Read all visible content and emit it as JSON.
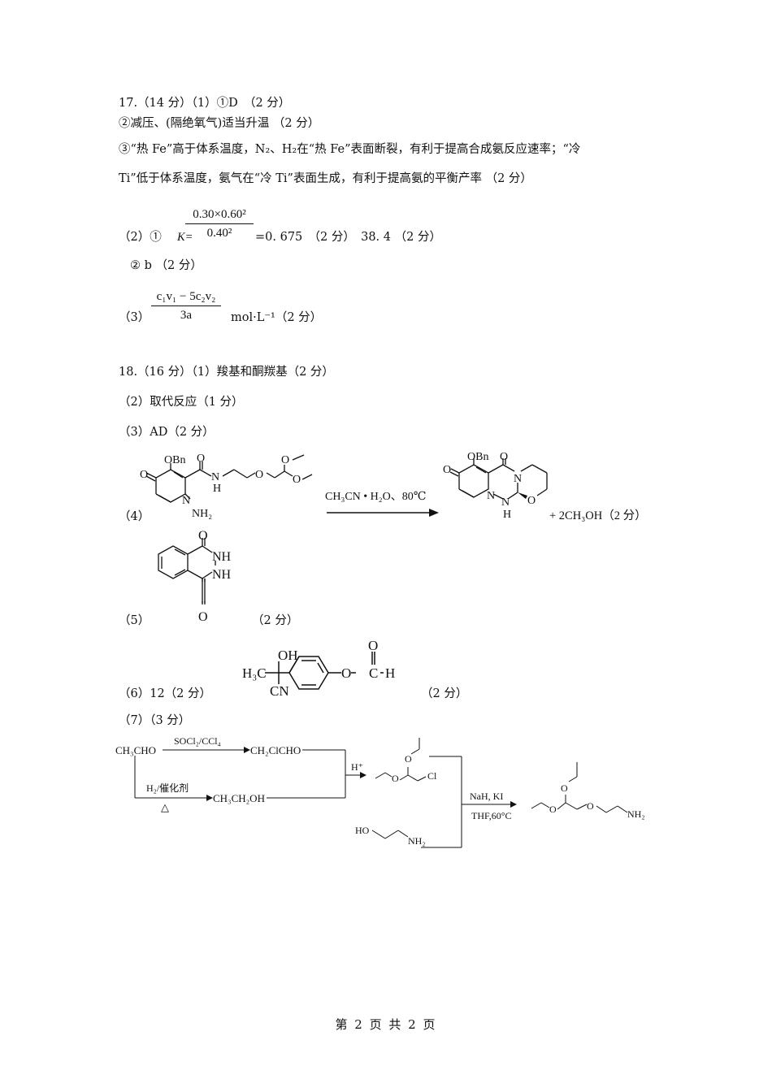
{
  "q17": {
    "header": "17.（14 分）（1）①D　（2 分）",
    "p1_2": "②减压、(隔绝氧气)适当升温 （2 分）",
    "p1_3a": "③“热 Fe”高于体系温度，N₂、H₂在“热 Fe”表面断裂，有利于提高合成氨反应速率；“冷",
    "p1_3b": "Ti”低于体系温度，氨气在“冷 Ti”表面生成，有利于提高氨的平衡产率 （2 分）",
    "p2_label": "（2）①",
    "p2_k": "K=",
    "p2_frac_num": "0.30×0.60²",
    "p2_frac_den": "0.40²",
    "p2_result": "=0. 675　（2 分）　38. 4 （2 分）",
    "p2_2": "② b （2 分）",
    "p3_label": "（3）",
    "p3_frac_num": "c₁v₁ − 5c₂v₂",
    "p3_frac_den": "3a",
    "p3_unit": "mol·L⁻¹（2 分）"
  },
  "q18": {
    "header": "18.（16 分）（1）羧基和酮羰基（2 分）",
    "p2": "（2）取代反应（1 分）",
    "p3": "（3）AD（2 分）",
    "p4_label": "（4）",
    "p4_reactant_labels": [
      "OBn",
      "O",
      "O",
      "N",
      "H",
      "N",
      "NH₂",
      "O",
      "O",
      "O"
    ],
    "p4_conditions": "CH₃CN • H₂O、80℃",
    "p4_product_labels": [
      "OBn",
      "O",
      "O",
      "N",
      "N",
      "N",
      "H",
      "O"
    ],
    "p4_byproduct": "+ 2CH₃OH（2 分）",
    "p5_label": "（5）",
    "p5_labels": [
      "O",
      "NH",
      "NH",
      "O"
    ],
    "p5_score": "（2 分）",
    "p6_label": "（6）12（2 分）",
    "p6_labels": [
      "OH",
      "H₃C",
      "CN",
      "O",
      "O",
      "C",
      "H"
    ],
    "p6_score": "（2 分）",
    "p7_label": "（7）（3 分）",
    "p7": {
      "start": "CH₃CHO",
      "reagent1": "SOCl₂/CCl₄",
      "product1": "CH₂ClCHO",
      "reagent2": "H₂/催化剂",
      "reagent2_heat": "△",
      "product2": "CH₃CH₂OH",
      "acid": "H⁺",
      "acetal_cl": "Cl",
      "amine_ho": "HO",
      "amine_nh2": "NH₂",
      "reagent3": "NaH, KI",
      "reagent3_cond": "THF,60°C",
      "final_nh2": "NH₂",
      "o_label": "O"
    }
  },
  "footer": {
    "page": "第 2 页 共 2 页"
  }
}
